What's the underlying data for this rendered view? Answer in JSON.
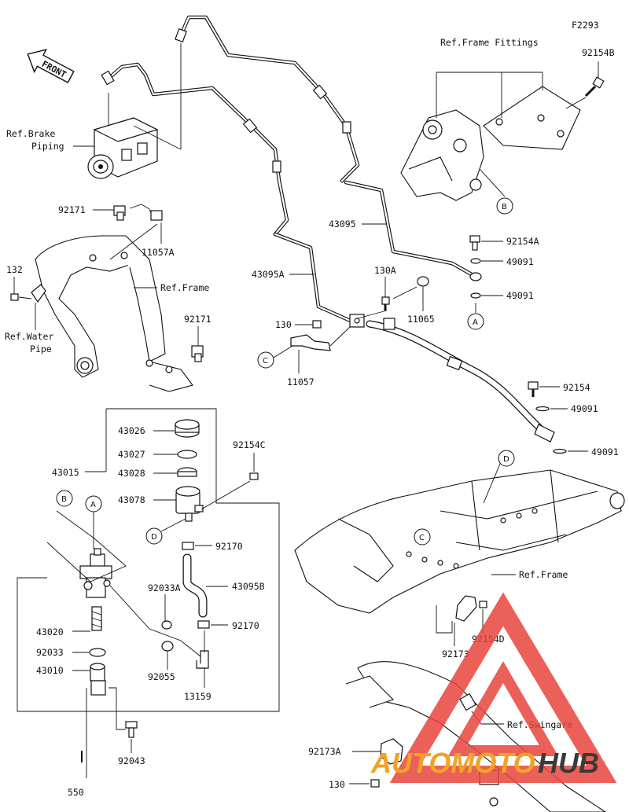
{
  "diagram_code": "F2293",
  "front_label": "FRONT",
  "labels": {
    "ref_frame_fittings": "Ref.Frame Fittings",
    "p92154B": "92154B",
    "ref_brake_piping_1": "Ref.Brake",
    "ref_brake_piping_2": "Piping",
    "p43095": "43095",
    "p92154A": "92154A",
    "p49091_a": "49091",
    "p49091_b": "49091",
    "p92171_top": "92171",
    "p11057A": "11057A",
    "p132": "132",
    "ref_frame_1": "Ref.Frame",
    "ref_water_pipe_1": "Ref.Water",
    "ref_water_pipe_2": "Pipe",
    "p92171_bottom": "92171",
    "p43095A": "43095A",
    "p130A": "130A",
    "p11065": "11065",
    "p130_mid": "130",
    "p11057": "11057",
    "p92154": "92154",
    "p49091_c": "49091",
    "p49091_d": "49091",
    "p43026": "43026",
    "p43027": "43027",
    "p43028": "43028",
    "p43078": "43078",
    "p43015": "43015",
    "p92154C": "92154C",
    "p92170_a": "92170",
    "p92033A": "92033A",
    "p43095B": "43095B",
    "p92170_b": "92170",
    "p43020": "43020",
    "p92033": "92033",
    "p43010": "43010",
    "p92055": "92055",
    "p13159": "13159",
    "p92043": "92043",
    "p550": "550",
    "ref_frame_2": "Ref.Frame",
    "p92154D": "92154D",
    "p92173": "92173",
    "ref_swingarm": "Ref.Swingarm",
    "p92173A": "92173A",
    "p130_bottom": "130"
  },
  "callouts": {
    "A_top": "A",
    "B_top": "B",
    "C_top": "C",
    "D_top": "D",
    "A_bottom": "A",
    "B_bottom": "B",
    "C_bottom": "C",
    "D_bottom": "D"
  },
  "watermark": {
    "auto": "AUTOMOTO",
    "hub": "HUB",
    "colors": {
      "triangle": "#e8453c",
      "auto": "#f2a324",
      "hub": "#3a3a3a"
    }
  }
}
